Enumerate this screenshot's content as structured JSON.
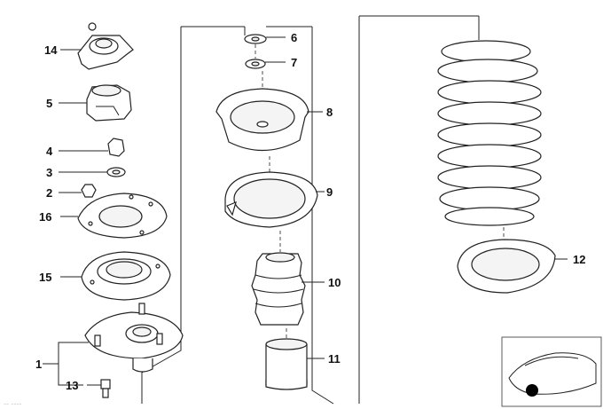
{
  "diagram": {
    "parts": [
      {
        "id": "p14",
        "label": "14",
        "name": "cap"
      },
      {
        "id": "p5",
        "label": "5",
        "name": "dust-cover"
      },
      {
        "id": "p4",
        "label": "4",
        "name": "self-locking-nut"
      },
      {
        "id": "p3",
        "label": "3",
        "name": "washer"
      },
      {
        "id": "p2",
        "label": "2",
        "name": "nut"
      },
      {
        "id": "p16",
        "label": "16",
        "name": "gasket"
      },
      {
        "id": "p15",
        "label": "15",
        "name": "guide-support"
      },
      {
        "id": "p1",
        "label": "1",
        "name": "strut-mount"
      },
      {
        "id": "p13",
        "label": "13",
        "name": "stud"
      },
      {
        "id": "p6",
        "label": "6",
        "name": "small-washer"
      },
      {
        "id": "p7",
        "label": "7",
        "name": "small-washer-2"
      },
      {
        "id": "p8",
        "label": "8",
        "name": "upper-spring-plate"
      },
      {
        "id": "p9",
        "label": "9",
        "name": "upper-spring-pad"
      },
      {
        "id": "p10",
        "label": "10",
        "name": "auxiliary-spring"
      },
      {
        "id": "p11",
        "label": "11",
        "name": "protective-tube"
      },
      {
        "id": "p12",
        "label": "12",
        "name": "lower-spring-pad"
      }
    ],
    "watermark": "-- ----"
  }
}
